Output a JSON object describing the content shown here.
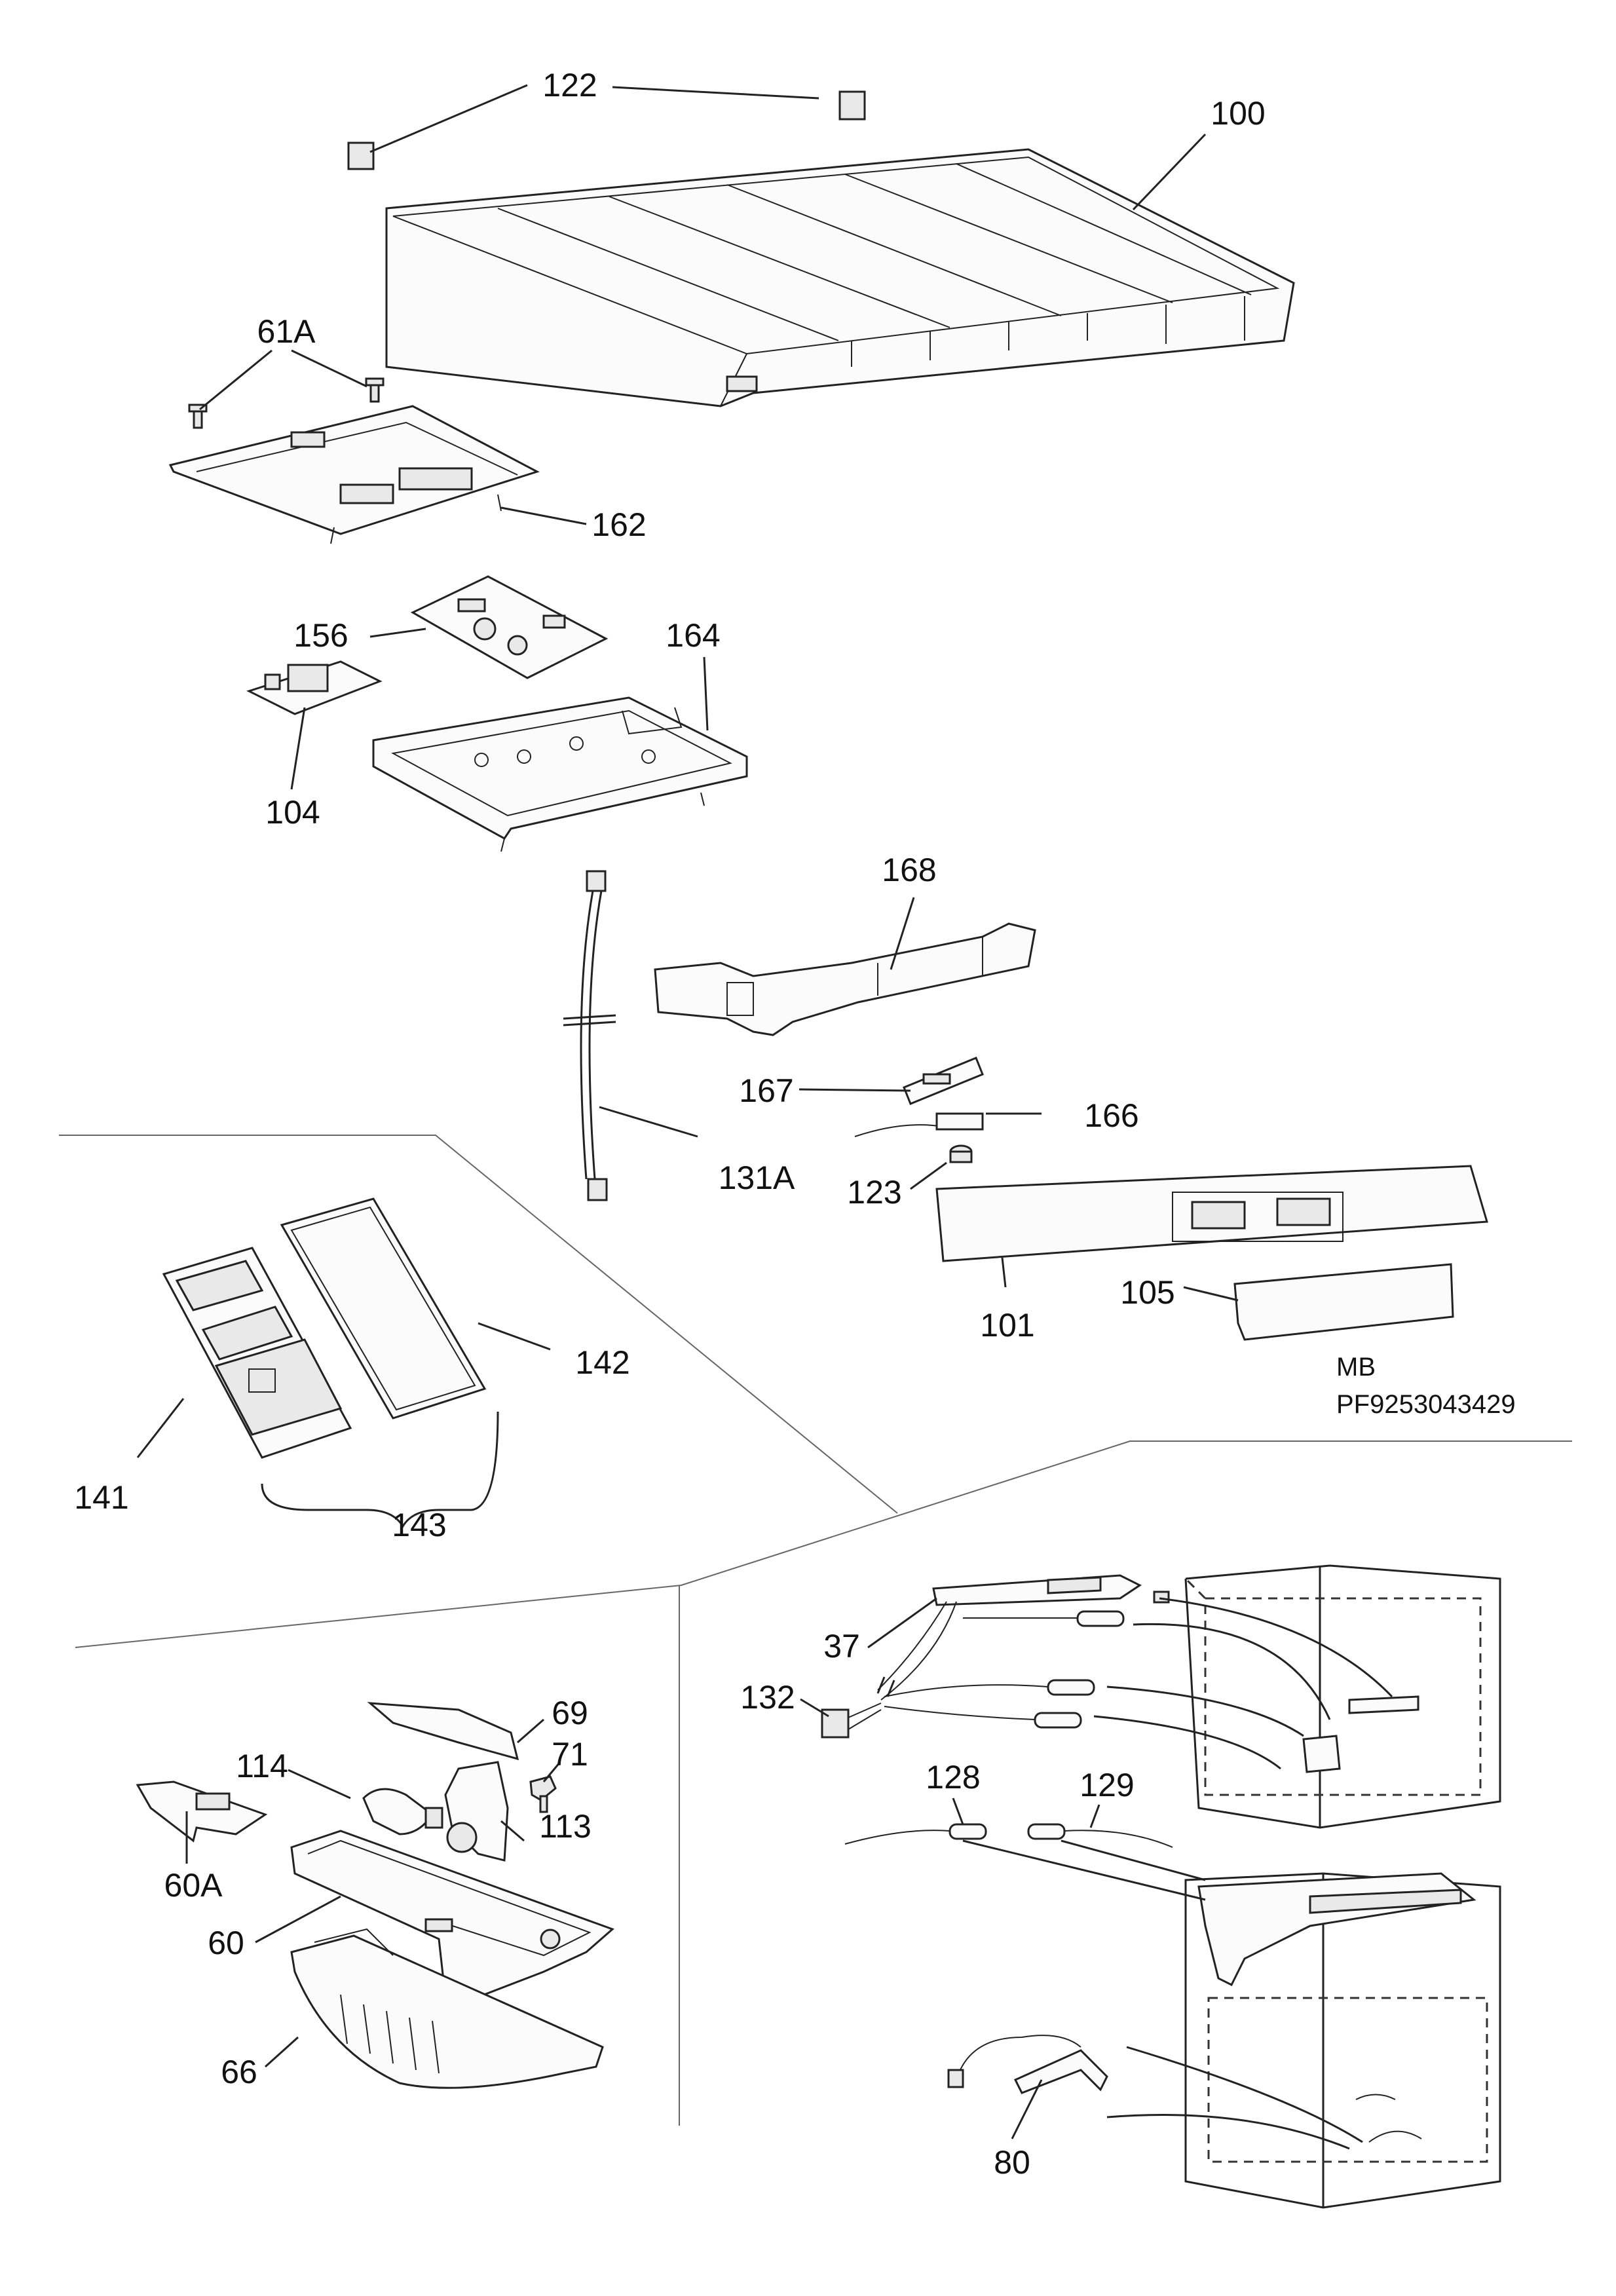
{
  "diagram": {
    "callouts": {
      "c122": "122",
      "c100": "100",
      "c61A": "61A",
      "c162": "162",
      "c156": "156",
      "c164": "164",
      "c104": "104",
      "c168": "168",
      "c167": "167",
      "c166": "166",
      "c131A": "131A",
      "c123": "123",
      "c101": "101",
      "c105": "105",
      "c142": "142",
      "c141": "141",
      "c143": "143",
      "c37": "37",
      "c132": "132",
      "c128": "128",
      "c129": "129",
      "c80": "80",
      "c69": "69",
      "c71": "71",
      "c114": "114",
      "c113": "113",
      "c60A": "60A",
      "c60": "60",
      "c66": "66"
    },
    "model": {
      "line1": "MB",
      "line2": "PF9253043429"
    }
  }
}
